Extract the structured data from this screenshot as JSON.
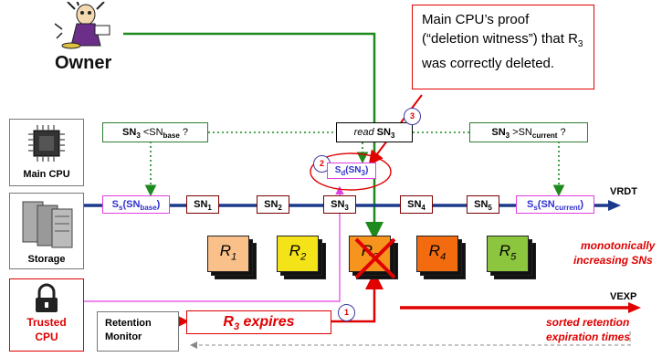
{
  "owner": {
    "label": "Owner"
  },
  "callout": {
    "line1": "Main CPU’s proof",
    "line2": "(“deletion witness”) that R",
    "sub": "3",
    "line3": "was correctly deleted."
  },
  "hosts": {
    "main_cpu": "Main CPU",
    "storage": "Storage",
    "trusted_cpu_1": "Trusted",
    "trusted_cpu_2": "CPU",
    "retention_1": "Retention",
    "retention_2": "Monitor"
  },
  "checks": {
    "left": {
      "pre": "SN",
      "sub1": "3",
      "mid": " <SN",
      "sub2": "base",
      "post": " ?"
    },
    "read": {
      "pre": "read ",
      "sn": "SN",
      "sub": "3"
    },
    "right": {
      "pre": "SN",
      "sub1": "3",
      "mid": " >SN",
      "sub2": "current",
      "post": " ?"
    }
  },
  "markers": {
    "m1": "1",
    "m2": "2",
    "m3": "3"
  },
  "witness": {
    "text": "S",
    "sub": "d",
    "arg": "(SN",
    "argsub": "3",
    "close": ")"
  },
  "sns": {
    "base": {
      "text": "S",
      "sub": "s",
      "arg": "(SN",
      "argsub": "base",
      "close": ")"
    },
    "sn1": {
      "t": "SN",
      "s": "1"
    },
    "sn2": {
      "t": "SN",
      "s": "2"
    },
    "sn3": {
      "t": "SN",
      "s": "3"
    },
    "sn4": {
      "t": "SN",
      "s": "4"
    },
    "sn5": {
      "t": "SN",
      "s": "5"
    },
    "current": {
      "text": "S",
      "sub": "s",
      "arg": "(SN",
      "argsub": "current",
      "close": ")"
    }
  },
  "records": [
    {
      "t": "R",
      "s": "1",
      "color": "#f9c089"
    },
    {
      "t": "R",
      "s": "2",
      "color": "#f5e31a"
    },
    {
      "t": "R",
      "s": "3",
      "color": "#f7941d"
    },
    {
      "t": "R",
      "s": "4",
      "color": "#f26c0f"
    },
    {
      "t": "R",
      "s": "5",
      "color": "#8cc63e"
    }
  ],
  "axes": {
    "vrdt": "VRDT",
    "vrdt_note1": "monotonically",
    "vrdt_note2": "increasing SNs",
    "vexp": "VEXP",
    "vexp_note1": "sorted retention",
    "vexp_note2": "expiration times"
  },
  "expires": {
    "t": "R",
    "s": "3",
    "rest": " expires"
  },
  "colors": {
    "green": "#1e8a1e",
    "red": "#e00000",
    "blue": "#1b3a8c",
    "pink": "#e040e0"
  }
}
